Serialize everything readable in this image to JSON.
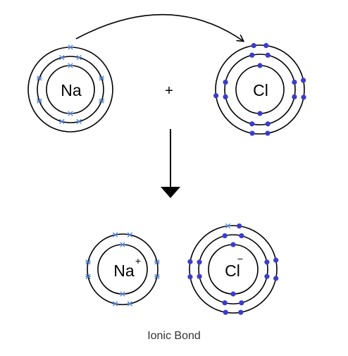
{
  "colors": {
    "line": "#000000",
    "cross_electron": "#4a78c8",
    "dot_electron": "#3c3ccc",
    "background": "#ffffff"
  },
  "labels": {
    "na_atom": "Na",
    "cl_atom": "Cl",
    "plus_sign": "+",
    "na_ion": "Na",
    "na_ion_charge": "+",
    "cl_ion": "Cl",
    "cl_ion_charge": "−",
    "caption": "Ionic Bond"
  },
  "atoms": {
    "na_atom": {
      "shells": 3,
      "cross_electrons": 11
    },
    "cl_atom": {
      "shells": 3,
      "dot_electrons": 17
    },
    "na_ion": {
      "shells": 2,
      "cross_electrons": 10
    },
    "cl_ion": {
      "shells": 3,
      "dot_electrons": 17,
      "cross_electrons": 1
    }
  },
  "icons": {
    "transfer_arrow": "curved-arrow-icon",
    "reaction_arrow": "down-arrow-icon"
  }
}
